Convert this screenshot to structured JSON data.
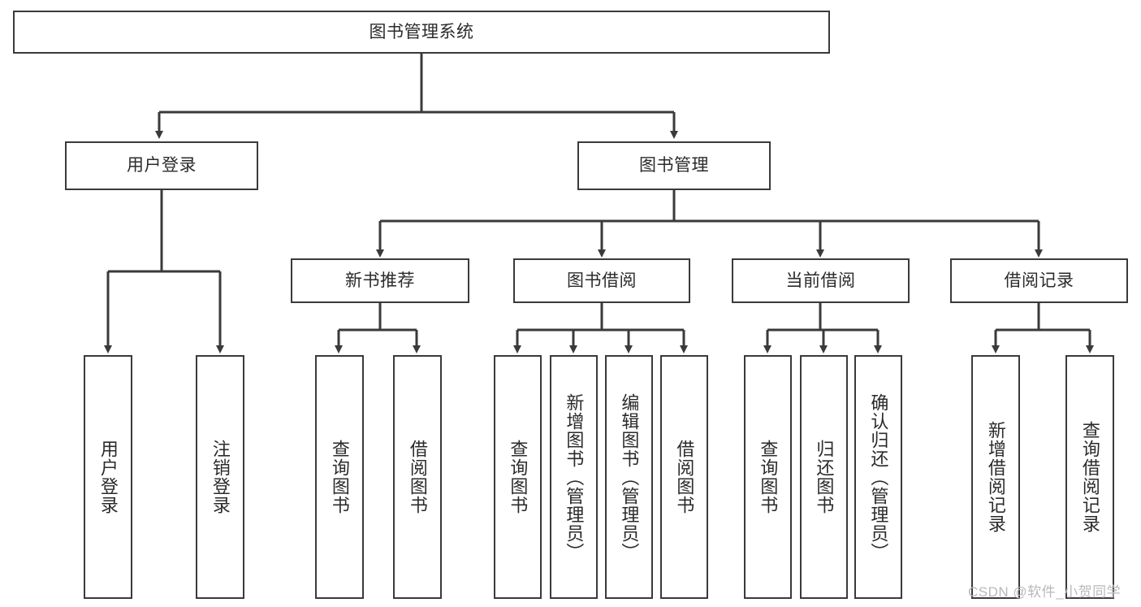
{
  "diagram": {
    "type": "hierarchy-tree",
    "title": "图书管理系统",
    "root": {
      "label": "图书管理系统"
    },
    "level2": [
      {
        "label": "用户登录"
      },
      {
        "label": "图书管理"
      }
    ],
    "level3": [
      {
        "label": "新书推荐"
      },
      {
        "label": "图书借阅"
      },
      {
        "label": "当前借阅"
      },
      {
        "label": "借阅记录"
      }
    ],
    "leaves": [
      {
        "label": "用户登录",
        "parent": "用户登录"
      },
      {
        "label": "注销登录",
        "parent": "用户登录"
      },
      {
        "label": "查询图书",
        "parent": "新书推荐"
      },
      {
        "label": "借阅图书",
        "parent": "新书推荐"
      },
      {
        "label": "查询图书",
        "parent": "图书借阅"
      },
      {
        "label": "新增图书（管理员）",
        "parent": "图书借阅"
      },
      {
        "label": "编辑图书（管理员）",
        "parent": "图书借阅"
      },
      {
        "label": "借阅图书",
        "parent": "图书借阅"
      },
      {
        "label": "查询图书",
        "parent": "当前借阅"
      },
      {
        "label": "归还图书",
        "parent": "当前借阅"
      },
      {
        "label": "确认归还（管理员）",
        "parent": "当前借阅"
      },
      {
        "label": "新增借阅记录",
        "parent": "借阅记录"
      },
      {
        "label": "查询借阅记录",
        "parent": "借阅记录"
      }
    ],
    "colors": {
      "stroke": "#3a3a3a",
      "fill": "#ffffff",
      "text": "#2b2b2b",
      "watermark": "#b9b9b9"
    }
  },
  "watermark": {
    "text": "CSDN @软件_小贺同学"
  }
}
